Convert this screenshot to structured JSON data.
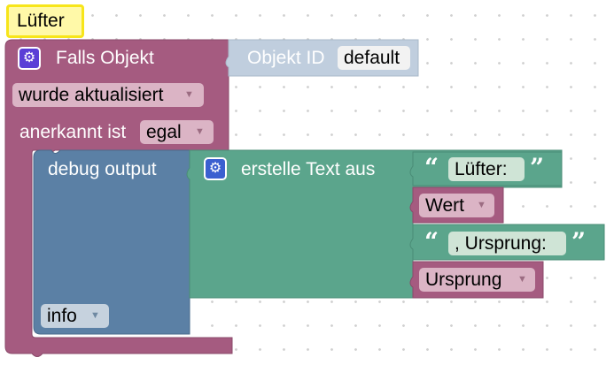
{
  "comment": {
    "text": "Lüfter"
  },
  "trigger": {
    "header": "Falls Objekt",
    "object_label": "Objekt ID",
    "object_value": "default",
    "update_dropdown": "wurde aktualisiert",
    "ack_label": "anerkannt ist",
    "ack_dropdown": "egal"
  },
  "debug": {
    "label": "debug output",
    "level_dropdown": "info"
  },
  "text_join": {
    "label": "erstelle Text aus",
    "items": [
      {
        "kind": "text",
        "value": "Lüfter:"
      },
      {
        "kind": "dropdown",
        "value": "Wert"
      },
      {
        "kind": "text",
        "value": ", Ursprung:"
      },
      {
        "kind": "dropdown",
        "value": "Ursprung"
      }
    ]
  },
  "icons": {
    "gear": "gear-icon",
    "dropdown": "caret-down-icon",
    "quote_open": "quote-open-icon",
    "quote_close": "quote-close-icon"
  },
  "colors": {
    "trigger_block": "#a55b80",
    "debug_block": "#5b80a5",
    "text_block": "#5ba58c",
    "object_block": "#c0cede",
    "comment_bg": "#fff9a8",
    "comment_border": "#f7e51a",
    "gear_purple": "#5a3ed6"
  }
}
